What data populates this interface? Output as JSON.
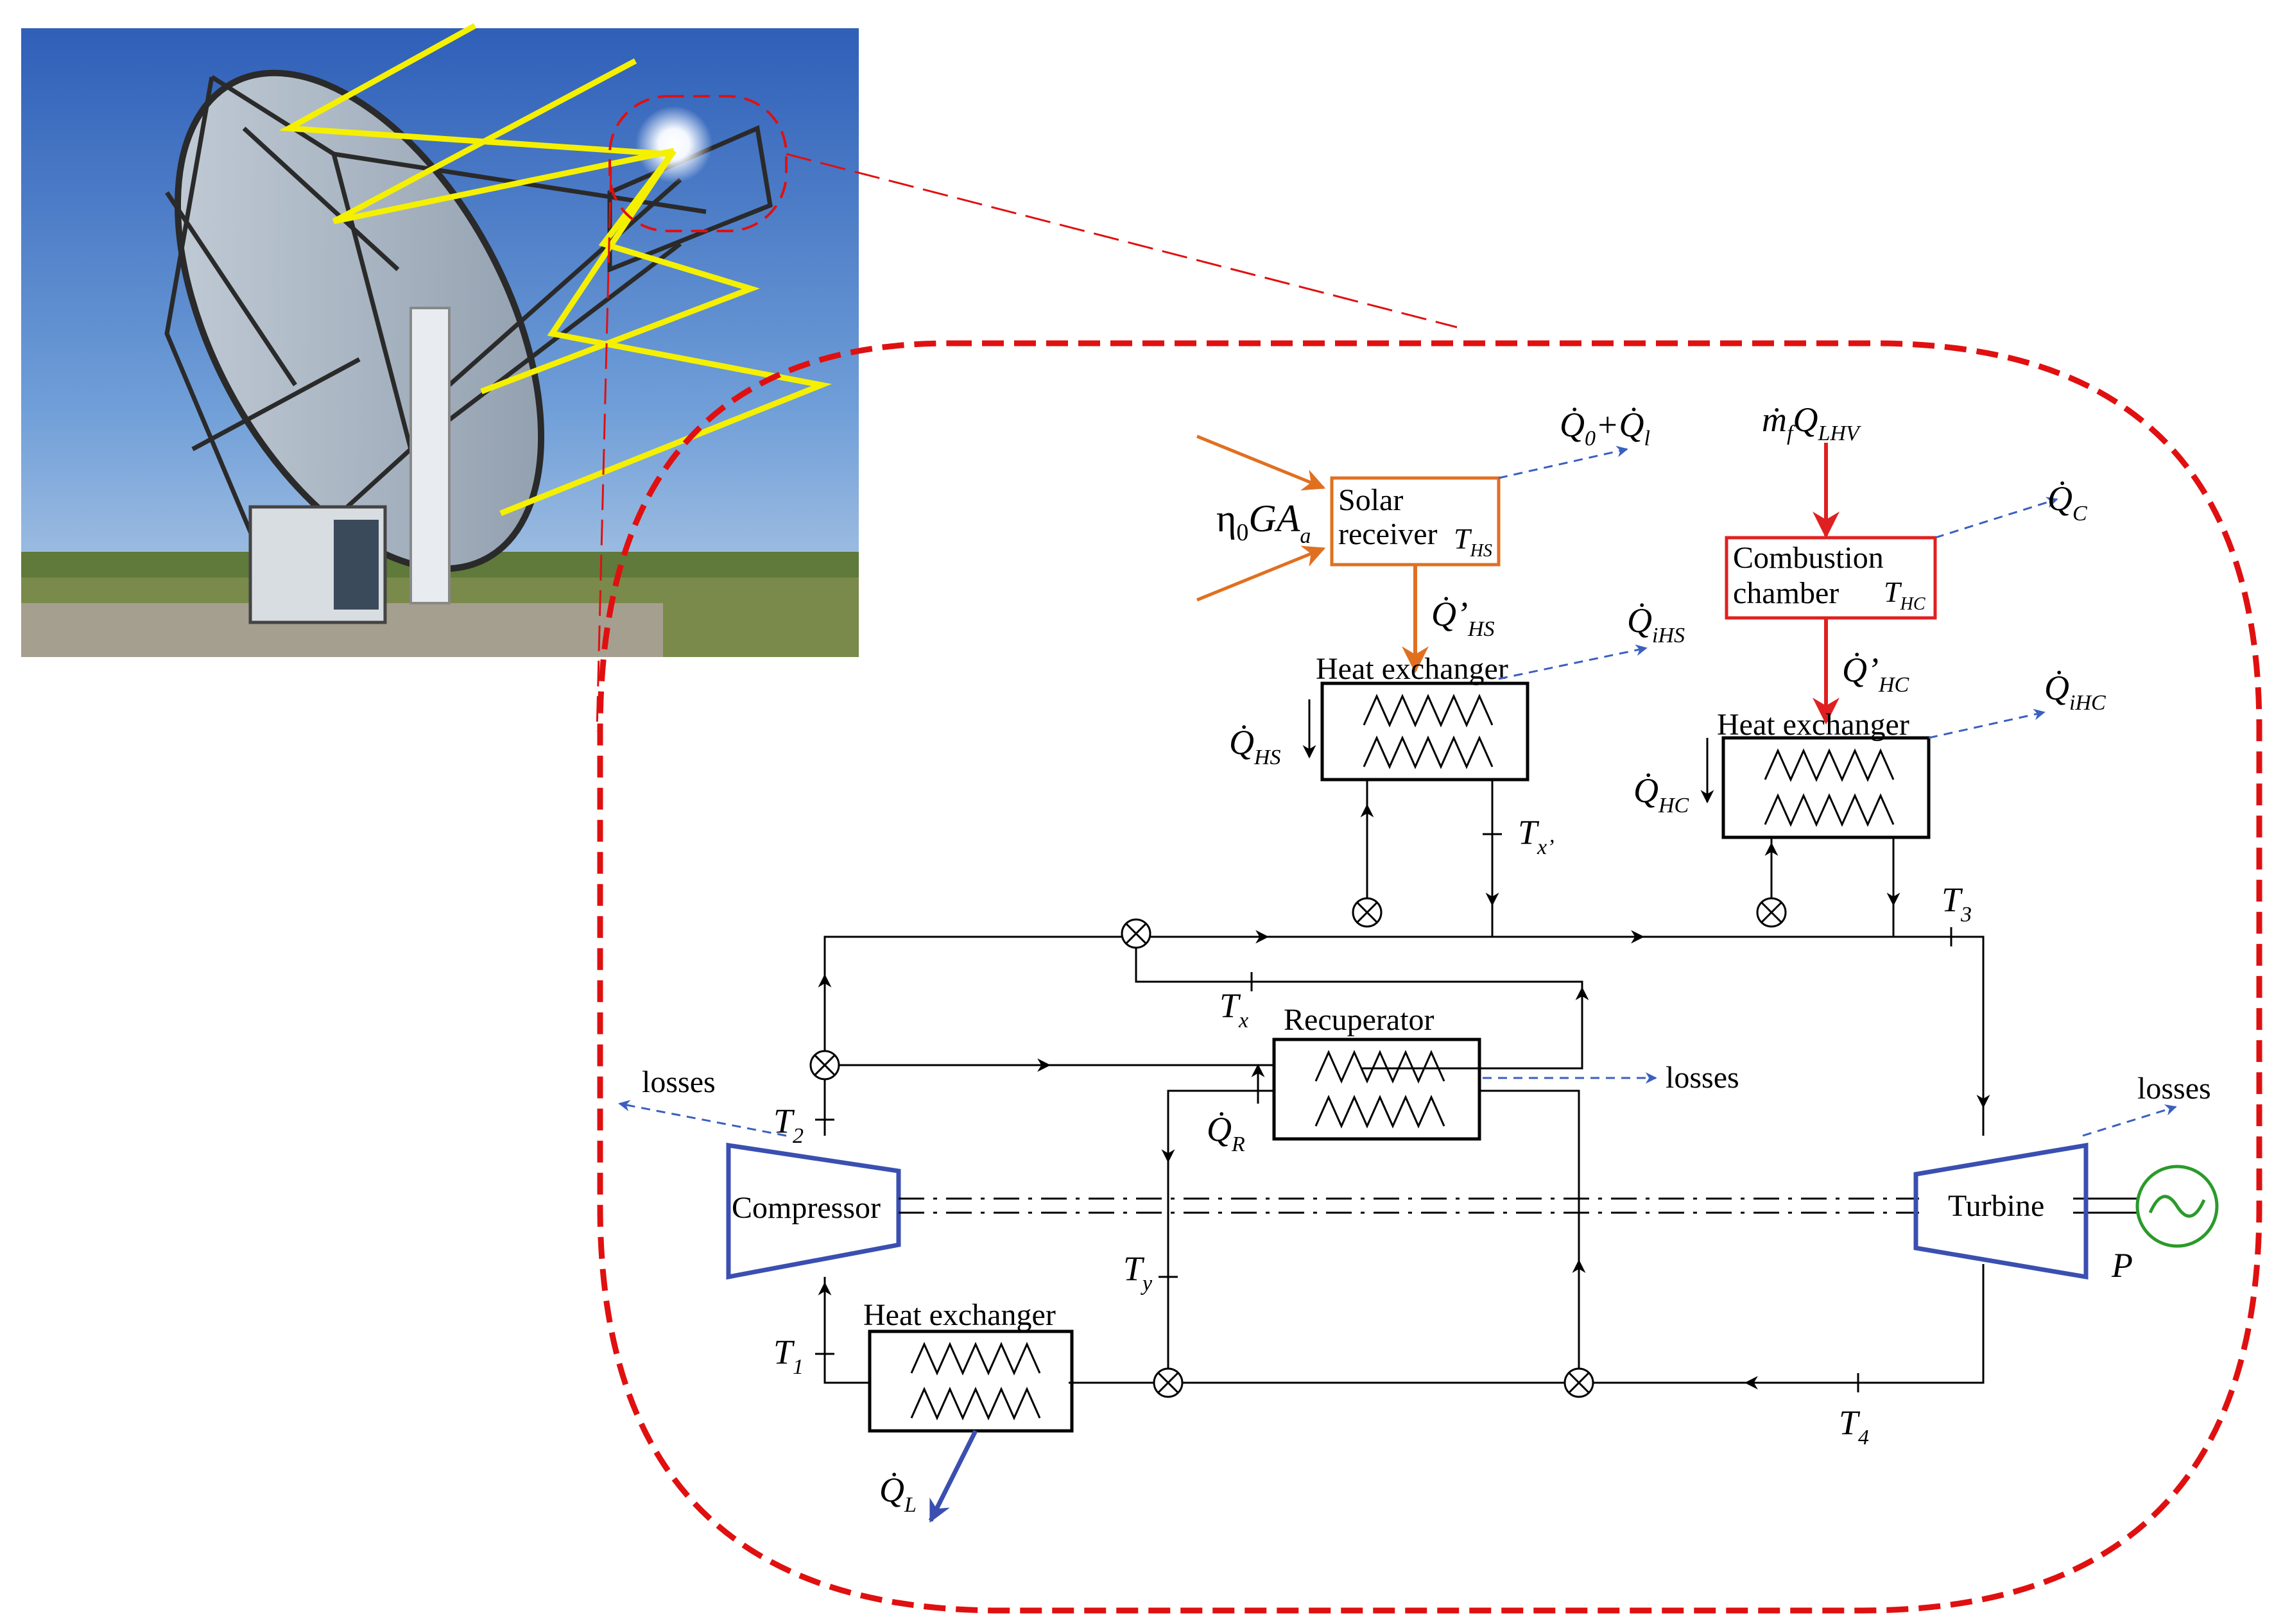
{
  "photo": {
    "description_icon": "parabolic-dish-photo"
  },
  "solar": {
    "input_label": "η",
    "input_sub": "0",
    "input_rest": "GA",
    "input_sub2": "a",
    "receiver_line1": "Solar",
    "receiver_line2": "receiver",
    "receiver_temp": "T",
    "receiver_temp_sub": "HS",
    "loss_label": "Q̇",
    "loss_sub0": "0",
    "loss_plus": "+Q̇",
    "loss_sub1": "l",
    "heat_label": "Q̇’",
    "heat_sub": "HS"
  },
  "combustion": {
    "input_label": "ṁ",
    "input_sub": "f",
    "input_rest": "Q",
    "input_sub2": "LHV",
    "box_line1": "Combustion",
    "box_line2": "chamber",
    "temp": "T",
    "temp_sub": "HC",
    "loss_label": "Q̇",
    "loss_sub": "C",
    "heat_label": "Q̇’",
    "heat_sub": "HC"
  },
  "hx_solar": {
    "title": "Heat exchanger",
    "q_label": "Q̇",
    "q_sub": "HS",
    "i_label": "Q̇",
    "i_sub": "iHS",
    "t_label": "T",
    "t_sub": "x’"
  },
  "hx_comb": {
    "title": "Heat exchanger",
    "q_label": "Q̇",
    "q_sub": "HC",
    "i_label": "Q̇",
    "i_sub": "iHC"
  },
  "recuperator": {
    "title": "Recuperator",
    "losses": "losses",
    "q_label": "Q̇",
    "q_sub": "R"
  },
  "compressor": {
    "label": "Compressor",
    "losses": "losses"
  },
  "turbine": {
    "label": "Turbine",
    "losses": "losses",
    "power": "P"
  },
  "hx_low": {
    "title": "Heat exchanger",
    "q_label": "Q̇",
    "q_sub": "L"
  },
  "temps": {
    "t1": "T",
    "t1_sub": "1",
    "t2": "T",
    "t2_sub": "2",
    "t3": "T",
    "t3_sub": "3",
    "t4": "T",
    "t4_sub": "4",
    "tx": "T",
    "tx_sub": "x",
    "ty": "T",
    "ty_sub": "y"
  },
  "colors": {
    "solar": "#e07020",
    "combustion": "#e02020",
    "machine": "#3a4fb0",
    "generator": "#2a9a2a",
    "boundary": "#e01010",
    "loss_arrow": "#3a5fc0",
    "sunray": "#f5f000"
  }
}
